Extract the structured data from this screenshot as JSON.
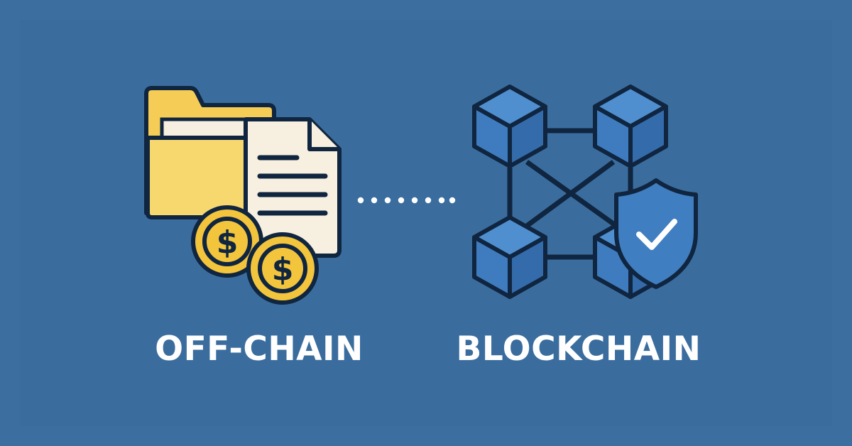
{
  "labels": {
    "left": "OFF-CHAIN",
    "right": "BLOCKCHAIN"
  },
  "colors": {
    "background_outer": "#3c6e9f",
    "background_inner": "#3a6d9e",
    "outline": "#10253f",
    "folder_yellow": "#f5cc55",
    "folder_yellow_light": "#f7d86e",
    "paper": "#f7efdf",
    "coin_gold": "#f3c53c",
    "cube_light": "#4f8fcf",
    "cube_mid": "#3f7cbf",
    "cube_dark": "#346bab",
    "shield": "#3f7ec0",
    "check": "#ffffff",
    "dots": "#ffffff",
    "label_text": "#ffffff"
  },
  "icons": {
    "left_group": [
      "folder-icon",
      "document-icon",
      "dollar-coin-icon",
      "dollar-coin-icon"
    ],
    "connector": "dotted-line",
    "right_group": [
      "blockchain-network-icon",
      "shield-check-icon"
    ]
  }
}
